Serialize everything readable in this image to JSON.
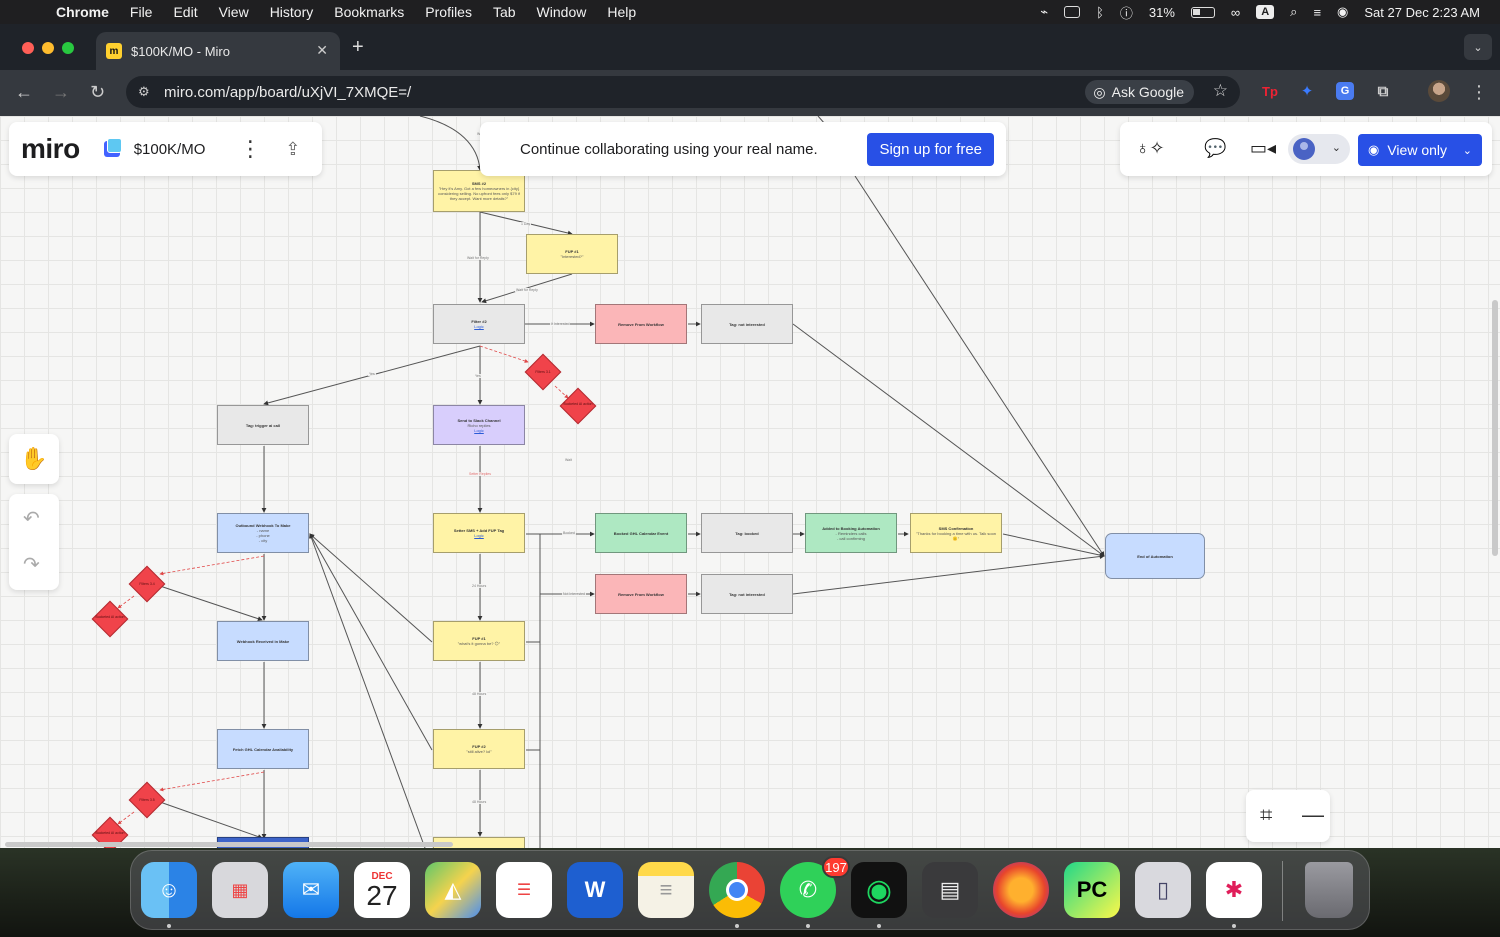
{
  "menubar": {
    "app": "Chrome",
    "items": [
      "File",
      "Edit",
      "View",
      "History",
      "Bookmarks",
      "Profiles",
      "Tab",
      "Window",
      "Help"
    ],
    "battery": "31%",
    "input_indicator": "A",
    "datetime": "Sat 27 Dec  2:23 AM"
  },
  "browser": {
    "tab_title": "$100K/MO - Miro",
    "url": "miro.com/app/board/uXjVI_7XMQE=/",
    "ask_google": "Ask Google"
  },
  "miro": {
    "logo": "miro",
    "board_name": "$100K/MO",
    "banner_text": "Continue collaborating using your real name.",
    "signup_label": "Sign up for free",
    "view_only_label": "View only"
  },
  "board": {
    "nodes": {
      "sms2_title": "SMS #2",
      "sms2_body": "\"Hey it's Amy. Got a few homeowners in {city} considering selling. No upfront fees only $79 if they accept. Want more details?\"",
      "fup1_title": "FUP #1",
      "fup1_body": "\"Interested?\"",
      "filter_title": "Filter #2",
      "filter_link": "Logic",
      "remove1": "Remove From Workflow",
      "tag_not1": "Tag: not interested",
      "tag_trigger": "Tag: trigger ai call",
      "slack_title": "Send to Slack Channel",
      "slack_body": "Richo replies",
      "slack_link": "Logic",
      "outbound_title": "Outbound Webhook To Make",
      "outbound_body1": "- name",
      "outbound_body2": "- phone",
      "outbound_body3": "- city",
      "setter_title": "Setter SMS + Add FUP Tag",
      "setter_link": "Logic",
      "booked": "Booked GHL Calendar Event",
      "tag_booked": "Tag: booked",
      "added_title": "Added to Booking Automation",
      "added_body1": "- Reminders calls",
      "added_body2": "- call confirming",
      "smsconf_title": "SMS Confirmation",
      "smsconf_body": "\"Thanks for booking a time with us. Talk soon 🙂\"",
      "end": "End of Automation",
      "remove2": "Remove From Workflow",
      "tag_not2": "Tag: not interested",
      "webhook_recv": "Webhook Received in Make",
      "fup1b_title": "FUP #1",
      "fup1b_body": "\"what's it gonna be? 😊\"",
      "fetch": "Fetch GHL Calendar Availability",
      "fup2_title": "FUP #2",
      "fup2_body": "\"still alive? lol\""
    },
    "diamonds": {
      "d1": "Filters 3.1",
      "d2": "Bucketed AI action",
      "d3": "Filters 3.4",
      "d4": "Bucketed AI action",
      "d5": "Filters 3.5",
      "d6": "Bucketed AI action"
    },
    "edge_labels": {
      "e1": "Wait",
      "e2": "Wait for Reply",
      "e3": "Wait for Reply",
      "e4": "1 Day",
      "e5": "If Interested",
      "e6": "Yes",
      "e7": "Yes",
      "e8": "Setter Replies",
      "e9": "Booked",
      "e10": "Not Interested",
      "e11": "24 Hours",
      "e12": "48 Hours",
      "e13": "48 Hours",
      "e14": "Wait"
    }
  },
  "dock": {
    "calendar_month": "DEC",
    "calendar_day": "27",
    "whatsapp_badge": "197"
  }
}
